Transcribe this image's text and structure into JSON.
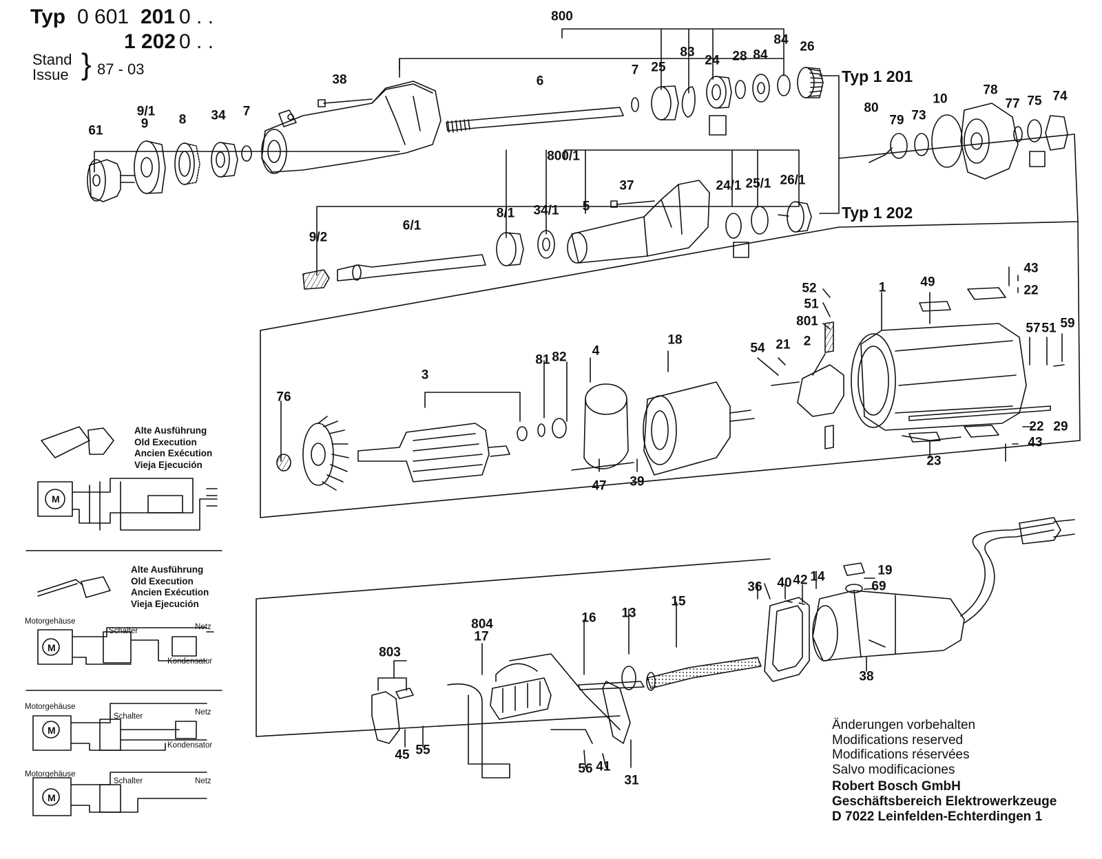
{
  "header": {
    "typ_word": "Typ",
    "line1_prefix": "0 601",
    "line1_bold": "201",
    "line1_suffix": "0 . .",
    "line2_bold": "1 202",
    "line2_suffix": "0 . .",
    "stand": "Stand",
    "issue": "Issue",
    "date": "87 - 03"
  },
  "variants": {
    "typ_1201": "Typ 1 201",
    "typ_1202": "Typ 1 202"
  },
  "legend": {
    "line1": "Alte Ausführung",
    "line2": "Old Execution",
    "line3": "Ancien Exécution",
    "line4": "Vieja Ejecución"
  },
  "wiring": {
    "motor_housing": "Motorgehäuse",
    "switch": "Schalter",
    "mains": "Netz",
    "capacitor": "Kondensator",
    "motor": "M"
  },
  "notes": {
    "l1": "Änderungen vorbehalten",
    "l2": "Modifications reserved",
    "l3": "Modifications réservées",
    "l4": "Salvo modificaciones"
  },
  "company": {
    "name": "Robert Bosch GmbH",
    "division": "Geschäftsbereich Elektrowerkzeuge",
    "address": "D 7022 Leinfelden-Echterdingen 1"
  },
  "part_numbers": {
    "p800": "800",
    "p38a": "38",
    "p6": "6",
    "p7a": "7",
    "p25": "25",
    "p83": "83",
    "p24": "24",
    "p28": "28",
    "p84a": "84",
    "p84b": "84",
    "p26": "26",
    "p61": "61",
    "p9_1": "9/1",
    "p9": "9",
    "p8": "8",
    "p34": "34",
    "p7b": "7",
    "p800_1": "800/1",
    "p9_2": "9/2",
    "p6_1": "6/1",
    "p8_1": "8/1",
    "p34_1": "34/1",
    "p5": "5",
    "p37": "37",
    "p24_1": "24/1",
    "p25_1": "25/1",
    "p26_1": "26/1",
    "p80": "80",
    "p79": "79",
    "p73": "73",
    "p10": "10",
    "p78": "78",
    "p77": "77",
    "p75": "75",
    "p74": "74",
    "p43a": "43",
    "p22a": "22",
    "p52": "52",
    "p51a": "51",
    "p801": "801",
    "p1": "1",
    "p49": "49",
    "p54": "54",
    "p21": "21",
    "p2": "2",
    "p57": "57",
    "p51b": "51",
    "p59": "59",
    "p76": "76",
    "p3": "3",
    "p81": "81",
    "p82": "82",
    "p4": "4",
    "p18": "18",
    "p47": "47",
    "p39": "39",
    "p22b": "22",
    "p29": "29",
    "p43b": "43",
    "p23": "23",
    "p803": "803",
    "p804": "804",
    "p17": "17",
    "p45": "45",
    "p55": "55",
    "p16": "16",
    "p13": "13",
    "p15": "15",
    "p56": "56",
    "p41": "41",
    "p31": "31",
    "p36": "36",
    "p40": "40",
    "p42": "42",
    "p14": "14",
    "p19": "19",
    "p69": "69",
    "p38b": "38"
  }
}
